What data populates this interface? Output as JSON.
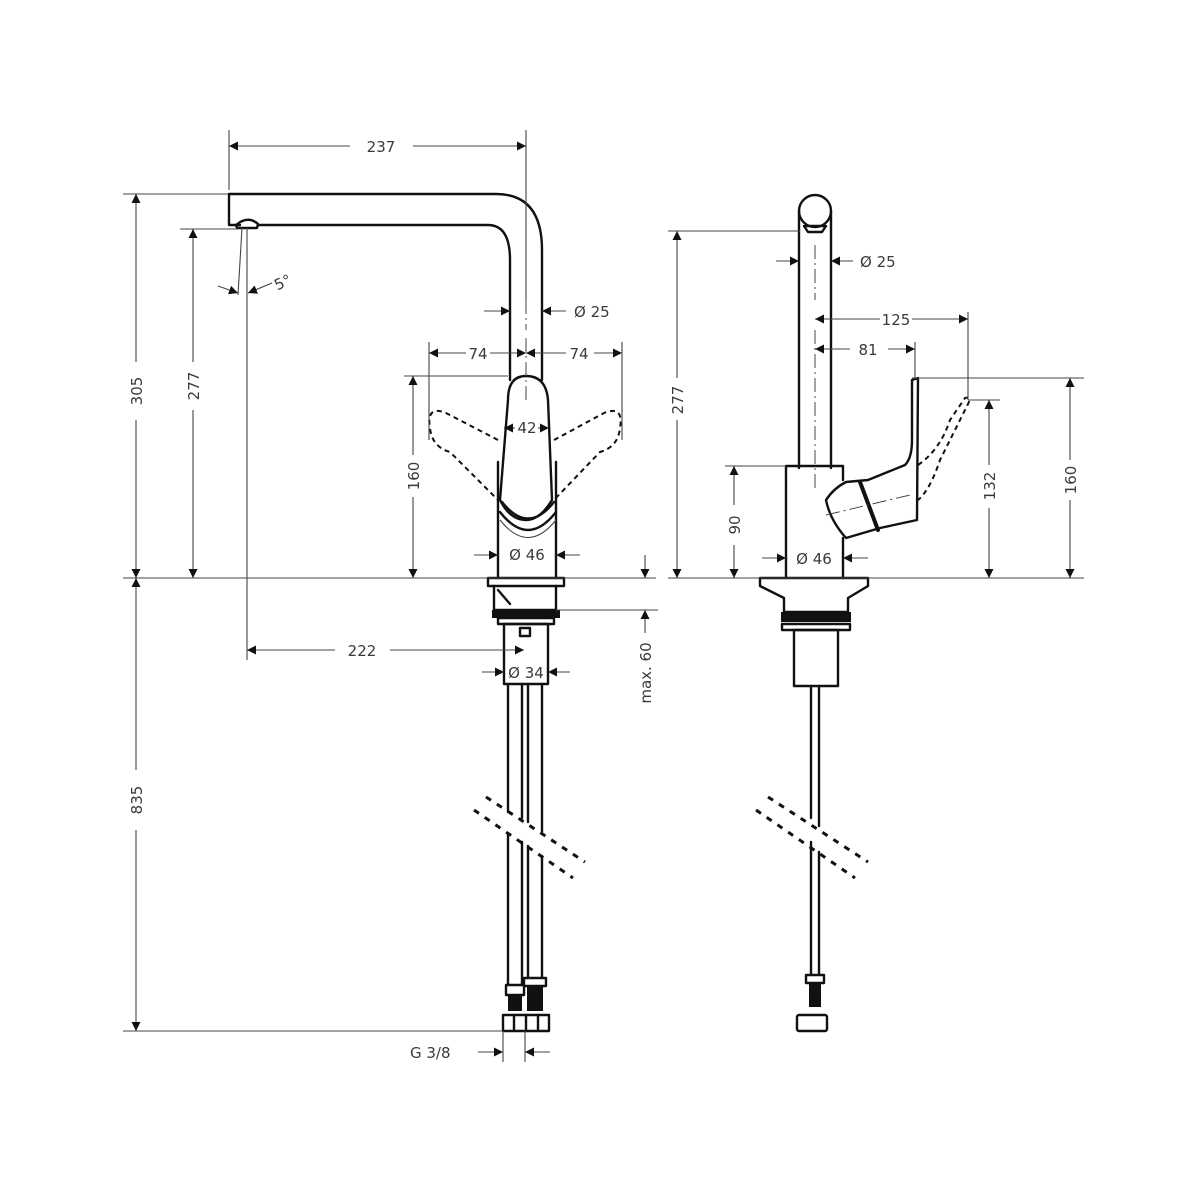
{
  "drawing": {
    "title": "Kitchen faucet technical dimension drawing",
    "units": "mm",
    "colors": {
      "line": "#111111",
      "dimension": "#444444",
      "text": "#3a3a3a",
      "background": "#ffffff"
    }
  },
  "front_view": {
    "spout_reach": "237",
    "total_height": "305",
    "spout_outlet_height": "277",
    "spray_angle": "5°",
    "spout_diameter": "Ø  25",
    "handle_swing_left": "74",
    "handle_swing_right": "74",
    "handle_width": "42",
    "handle_height": "160",
    "body_diameter": "Ø 46",
    "outlet_to_axis": "222",
    "shank_diameter": "Ø 34",
    "max_deck_thickness": "max. 60",
    "hose_length": "835",
    "connection_thread": "G 3/8"
  },
  "side_view": {
    "spout_diameter": "Ø  25",
    "handle_reach_max": "125",
    "handle_reach": "81",
    "spout_outlet_height": "277",
    "body_height": "90",
    "body_diameter": "Ø  46",
    "handle_height_open": "132",
    "handle_height": "160"
  }
}
